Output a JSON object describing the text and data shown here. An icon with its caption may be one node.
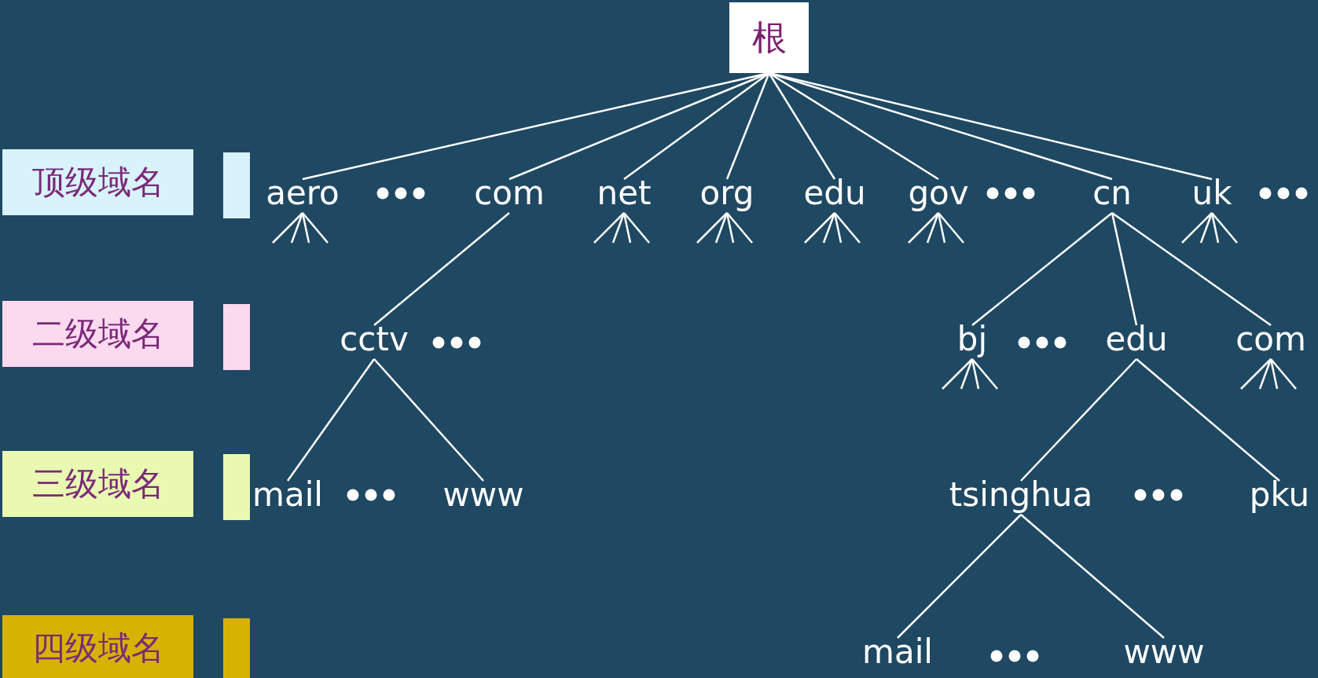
{
  "diagram": {
    "nodes": [
      {
        "text": [
          "根"
        ]
      },
      {
        "text": [
          "顶级域名"
        ]
      },
      {
        "text": [
          "二级域名"
        ]
      },
      {
        "text": [
          "三级域名"
        ]
      },
      {
        "text": [
          "四级域名"
        ]
      },
      {
        "text": [],
        "shape": "bar"
      },
      {
        "text": [],
        "shape": "bar"
      },
      {
        "text": [],
        "shape": "bar"
      },
      {
        "text": [],
        "shape": "bar"
      },
      {
        "text": [
          "aero"
        ]
      },
      {
        "text": [
          "com"
        ]
      },
      {
        "text": [
          "net"
        ]
      },
      {
        "text": [
          "org"
        ]
      },
      {
        "text": [
          "edu"
        ]
      },
      {
        "text": [
          "gov"
        ]
      },
      {
        "text": [
          "cn"
        ]
      },
      {
        "text": [
          "uk"
        ]
      },
      {
        "text": [
          "cctv"
        ]
      },
      {
        "text": [
          "bj"
        ]
      },
      {
        "text": [
          "edu"
        ]
      },
      {
        "text": [
          "com"
        ]
      },
      {
        "text": [
          "mail"
        ]
      },
      {
        "text": [
          "www"
        ]
      },
      {
        "text": [
          "tsinghua"
        ]
      },
      {
        "text": [
          "pku"
        ]
      },
      {
        "text": [
          "mail"
        ]
      },
      {
        "text": [
          "www"
        ]
      }
    ],
    "edges": [
      {
        "from": 0,
        "to": 9,
        "arrow": "none"
      },
      {
        "from": 0,
        "to": 10,
        "arrow": "none"
      },
      {
        "from": 0,
        "to": 11,
        "arrow": "none"
      },
      {
        "from": 0,
        "to": 12,
        "arrow": "none"
      },
      {
        "from": 0,
        "to": 13,
        "arrow": "none"
      },
      {
        "from": 0,
        "to": 14,
        "arrow": "none"
      },
      {
        "from": 0,
        "to": 15,
        "arrow": "none"
      },
      {
        "from": 0,
        "to": 16,
        "arrow": "none"
      },
      {
        "from": 10,
        "to": 17,
        "arrow": "none"
      },
      {
        "from": 15,
        "to": 18,
        "arrow": "none"
      },
      {
        "from": 15,
        "to": 19,
        "arrow": "none"
      },
      {
        "from": 15,
        "to": 20,
        "arrow": "none"
      },
      {
        "from": 17,
        "to": 21,
        "arrow": "none"
      },
      {
        "from": 17,
        "to": 22,
        "arrow": "none"
      },
      {
        "from": 19,
        "to": 23,
        "arrow": "none"
      },
      {
        "from": 19,
        "to": 24,
        "arrow": "none"
      },
      {
        "from": 23,
        "to": 25,
        "arrow": "none"
      },
      {
        "from": 23,
        "to": 26,
        "arrow": "none"
      }
    ]
  }
}
